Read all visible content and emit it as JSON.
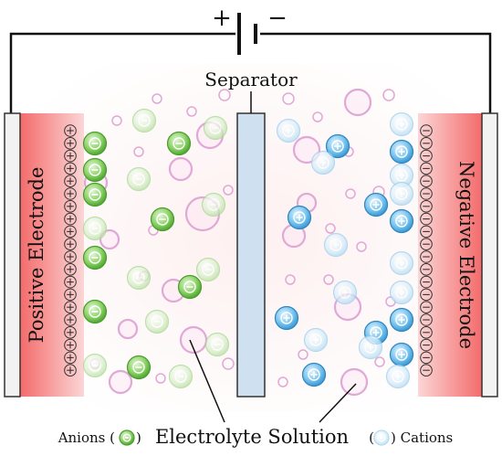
{
  "diagram": {
    "battery": {
      "plus_sign": "+",
      "minus_sign": "−"
    },
    "separator_label": "Separator",
    "positive_electrode_label": "Positive Electrode",
    "negative_electrode_label": "Negative Electrode",
    "electrolyte_label": "Electrolyte Solution",
    "legend": {
      "anions_text": "Anions (",
      "anions_close": ")",
      "cations_open": "(",
      "cations_text": ") Cations"
    },
    "charge_symbols": {
      "positive": "+",
      "negative": "−"
    },
    "colors": {
      "electrode_gradient_outer": "#f46b6b",
      "electrode_gradient_inner": "#fbd6d6",
      "plate_fill": "#f2f2f2",
      "separator_fill": "#cfe0f0",
      "anion_green": "#6cc24a",
      "cation_blue": "#4aa8df",
      "solvent_pink": "#e0a8d6",
      "wire": "#111111"
    }
  }
}
